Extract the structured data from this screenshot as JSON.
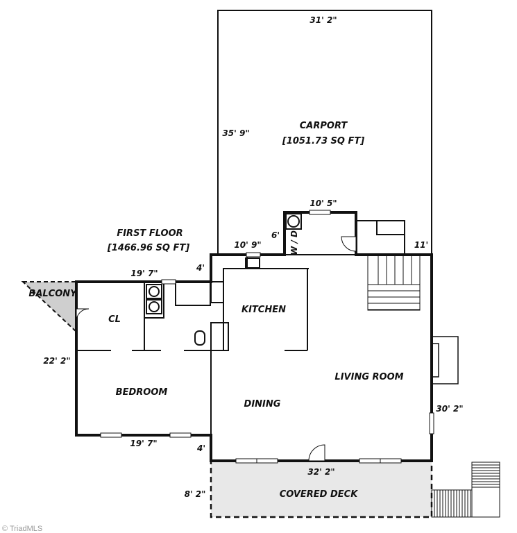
{
  "carport": {
    "title": "CARPORT",
    "area": "[1051.73 SQ FT]",
    "width": "31' 2\"",
    "depth": "35' 9\""
  },
  "first_floor": {
    "title": "FIRST FLOOR",
    "area": "[1466.96 SQ FT]"
  },
  "rooms": {
    "balcony": "BALCONY",
    "closet": "CL",
    "kitchen": "KITCHEN",
    "bedroom": "BEDROOM",
    "dining": "DINING",
    "living_room": "LIVING ROOM",
    "covered_deck": "COVERED DECK",
    "laundry": "W / D"
  },
  "dimensions": {
    "laundry_width": "10' 5\"",
    "laundry_depth": "6'",
    "kitchen_top": "10' 9\"",
    "stair_side": "11'",
    "bedroom_top": "19' 7\"",
    "step_top": "4'",
    "bedroom_side": "22' 2\"",
    "living_side": "30' 2\"",
    "bedroom_bottom": "19' 7\"",
    "step_bottom": "4'",
    "house_bottom": "32' 2\"",
    "deck_depth": "8' 2\""
  },
  "watermark": "© TriadMLS",
  "colors": {
    "wall": "#111111",
    "deck_fill": "#e8e8e8",
    "balcony_fill": "#cfcfcf"
  }
}
